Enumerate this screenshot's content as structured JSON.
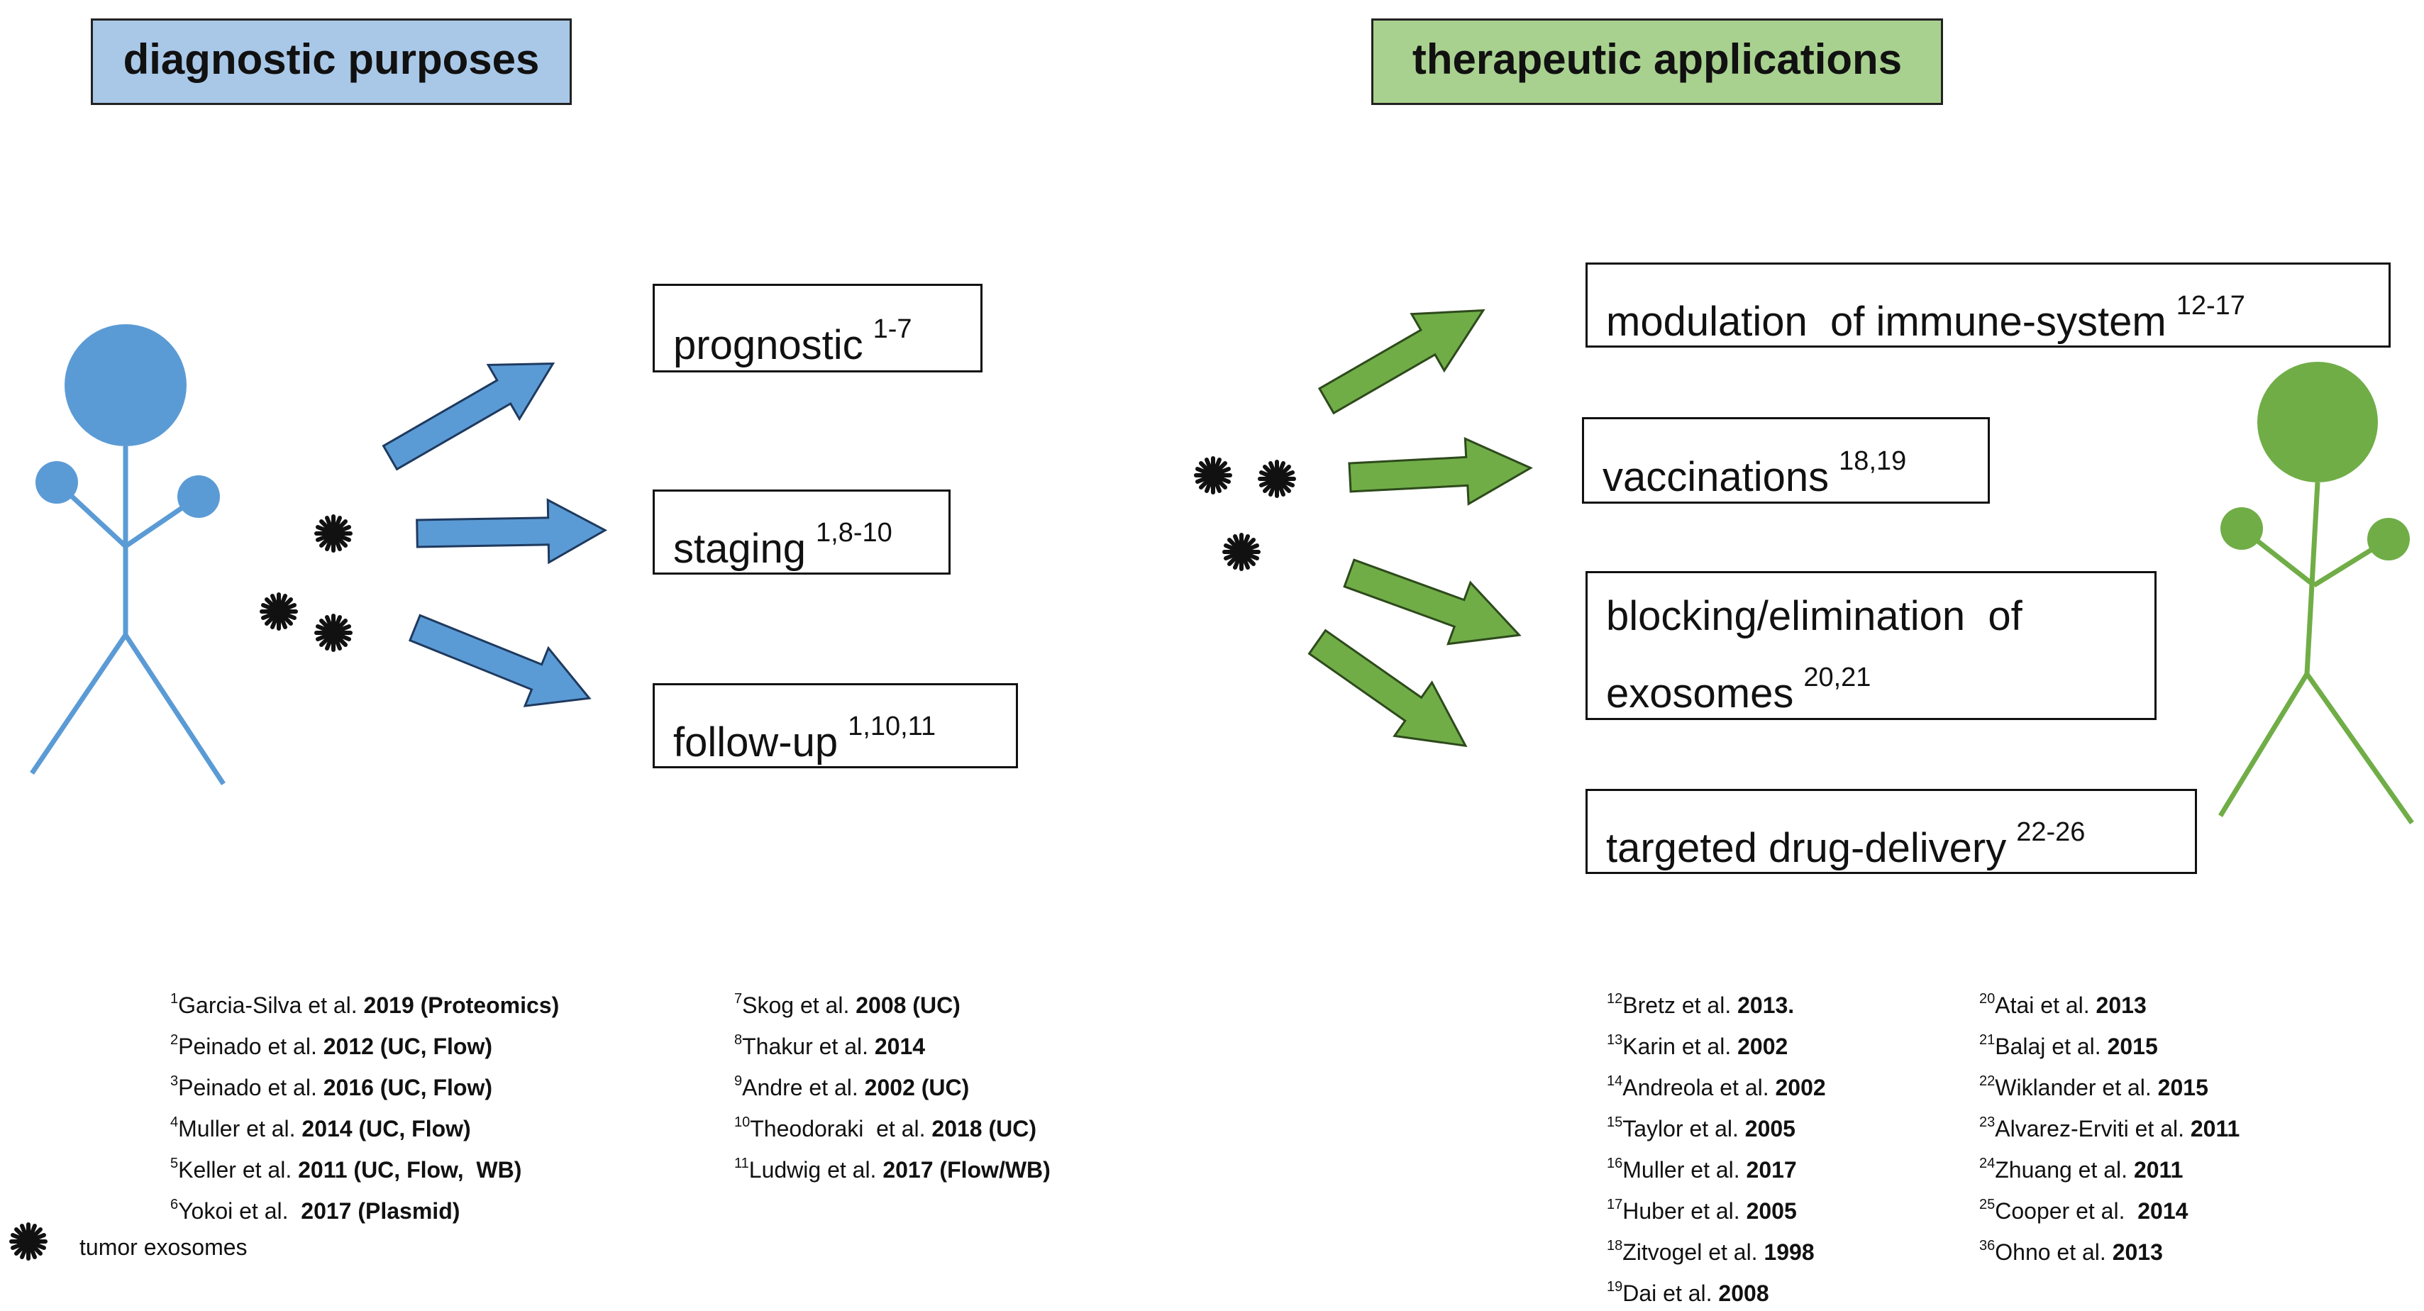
{
  "headers": {
    "diagnostic": "diagnostic purposes",
    "therapeutic": "therapeutic applications"
  },
  "colors": {
    "blue": "#5b9bd5",
    "blue_header": "#a9c8e8",
    "green": "#70ad47",
    "green_header": "#a8d18f"
  },
  "diagnostic_boxes": [
    {
      "label": "prognostic",
      "refs": "1-7"
    },
    {
      "label": "staging",
      "refs": "1,8-10"
    },
    {
      "label": "follow-up",
      "refs": "1,10,11"
    }
  ],
  "therapeutic_boxes": [
    {
      "label": "modulation  of immune-system",
      "refs": "12-17"
    },
    {
      "label": "vaccinations",
      "refs": "18,19"
    },
    {
      "label1": "blocking/elimination  of",
      "label2": "exosomes",
      "refs": "20,21"
    },
    {
      "label": "targeted drug-delivery",
      "refs": "22-26"
    }
  ],
  "references": {
    "col1": [
      {
        "num": "1",
        "text": "Garcia-Silva et al. ",
        "bold": "2019 (Proteomics)"
      },
      {
        "num": "2",
        "text": "Peinado et al. ",
        "bold": "2012 (UC, Flow)"
      },
      {
        "num": "3",
        "text": "Peinado et al. ",
        "bold": "2016 (UC, Flow)"
      },
      {
        "num": "4",
        "text": "Muller et al. ",
        "bold": "2014 (UC, Flow)"
      },
      {
        "num": "5",
        "text": "Keller et al. ",
        "bold": "2011 (UC, Flow,  WB)"
      },
      {
        "num": "6",
        "text": "Yokoi et al.  ",
        "bold": "2017 (Plasmid)"
      }
    ],
    "col2": [
      {
        "num": "7",
        "text": "Skog et al. ",
        "bold": "2008 (UC)"
      },
      {
        "num": "8",
        "text": "Thakur et al. ",
        "bold": "2014"
      },
      {
        "num": "9",
        "text": "Andre et al. ",
        "bold": "2002 (UC)"
      },
      {
        "num": "10",
        "text": "Theodoraki  et al. ",
        "bold": "2018 (UC)"
      },
      {
        "num": "11",
        "text": "Ludwig et al. ",
        "bold": "2017 (Flow/WB)"
      }
    ],
    "col3": [
      {
        "num": "12",
        "text": "Bretz et al. ",
        "bold": "2013."
      },
      {
        "num": "13",
        "text": "Karin et al. ",
        "bold": "2002"
      },
      {
        "num": "14",
        "text": "Andreola et al. ",
        "bold": "2002"
      },
      {
        "num": "15",
        "text": "Taylor et al. ",
        "bold": "2005"
      },
      {
        "num": "16",
        "text": "Muller et al. ",
        "bold": "2017"
      },
      {
        "num": "17",
        "text": "Huber et al. ",
        "bold": "2005"
      },
      {
        "num": "18",
        "text": "Zitvogel et al. ",
        "bold": "1998"
      },
      {
        "num": "19",
        "text": "Dai et al. ",
        "bold": "2008"
      }
    ],
    "col4": [
      {
        "num": "20",
        "text": "Atai et al. ",
        "bold": "2013"
      },
      {
        "num": "21",
        "text": "Balaj et al. ",
        "bold": "2015"
      },
      {
        "num": "22",
        "text": "Wiklander et al. ",
        "bold": "2015"
      },
      {
        "num": "23",
        "text": "Alvarez-Erviti et al. ",
        "bold": "2011"
      },
      {
        "num": "24",
        "text": "Zhuang et al. ",
        "bold": "2011"
      },
      {
        "num": "25",
        "text": "Cooper et al.  ",
        "bold": "2014"
      },
      {
        "num": "36",
        "text": "Ohno et al. ",
        "bold": "2013"
      }
    ]
  },
  "legend": {
    "label": "tumor exosomes",
    "icon": "exosome-icon"
  }
}
